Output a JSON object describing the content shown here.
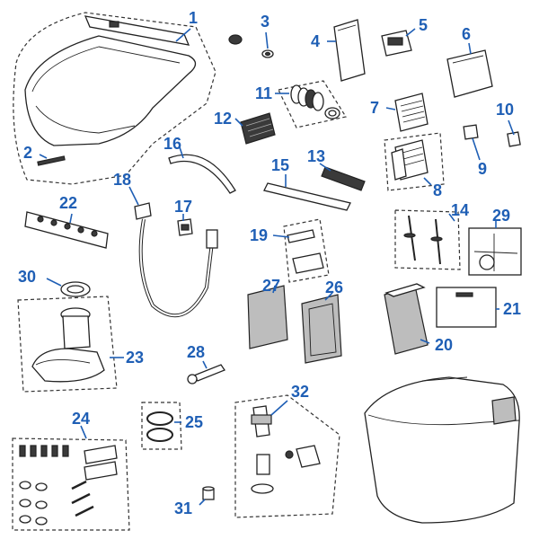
{
  "diagram": {
    "callouts": [
      {
        "id": "c1",
        "text": "1"
      },
      {
        "id": "c2",
        "text": "2"
      },
      {
        "id": "c3",
        "text": "3"
      },
      {
        "id": "c4",
        "text": "4"
      },
      {
        "id": "c5",
        "text": "5"
      },
      {
        "id": "c6",
        "text": "6"
      },
      {
        "id": "c7",
        "text": "7"
      },
      {
        "id": "c8",
        "text": "8"
      },
      {
        "id": "c9",
        "text": "9"
      },
      {
        "id": "c10",
        "text": "10"
      },
      {
        "id": "c11",
        "text": "11"
      },
      {
        "id": "c12",
        "text": "12"
      },
      {
        "id": "c13",
        "text": "13"
      },
      {
        "id": "c14",
        "text": "14"
      },
      {
        "id": "c15",
        "text": "15"
      },
      {
        "id": "c16",
        "text": "16"
      },
      {
        "id": "c17",
        "text": "17"
      },
      {
        "id": "c18",
        "text": "18"
      },
      {
        "id": "c19",
        "text": "19"
      },
      {
        "id": "c20",
        "text": "20"
      },
      {
        "id": "c21",
        "text": "21"
      },
      {
        "id": "c22",
        "text": "22"
      },
      {
        "id": "c23",
        "text": "23"
      },
      {
        "id": "c24",
        "text": "24"
      },
      {
        "id": "c25",
        "text": "25"
      },
      {
        "id": "c26",
        "text": "26"
      },
      {
        "id": "c27",
        "text": "27"
      },
      {
        "id": "c28",
        "text": "28"
      },
      {
        "id": "c29",
        "text": "29"
      },
      {
        "id": "c30",
        "text": "30"
      },
      {
        "id": "c31",
        "text": "31"
      },
      {
        "id": "c32",
        "text": "32"
      }
    ],
    "colors": {
      "callout": "#1f5fb5",
      "line_art": "#222222",
      "background": "#ffffff"
    }
  }
}
